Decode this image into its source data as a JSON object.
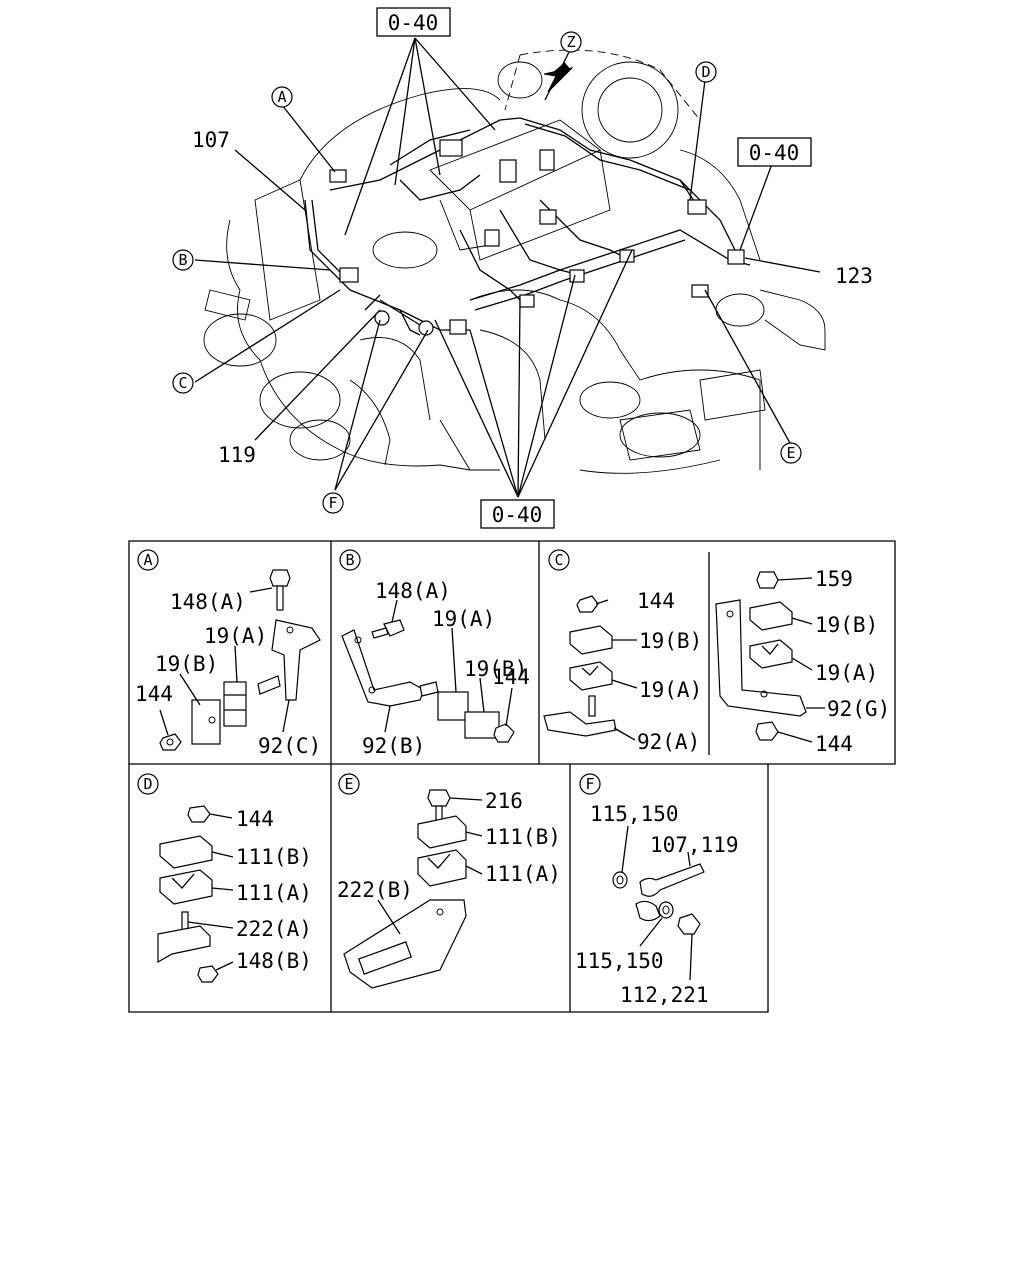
{
  "overview": {
    "ref_boxes": [
      "0-40",
      "0-40",
      "0-40"
    ],
    "view_marker": "Z",
    "detail_markers": [
      "A",
      "B",
      "C",
      "D",
      "E",
      "F"
    ],
    "part_numbers": {
      "p107": "107",
      "p119": "119",
      "p123": "123"
    }
  },
  "details": {
    "A": {
      "marker": "A",
      "labels": [
        "148(A)",
        "19(A)",
        "19(B)",
        "144",
        "92(C)"
      ]
    },
    "B": {
      "marker": "B",
      "labels": [
        "148(A)",
        "19(A)",
        "19(B)",
        "144",
        "92(B)"
      ]
    },
    "C": {
      "marker": "C",
      "labels": [
        "144",
        "19(B)",
        "19(A)",
        "92(A)",
        "159",
        "19(B)",
        "19(A)",
        "92(G)",
        "144"
      ]
    },
    "D": {
      "marker": "D",
      "labels": [
        "144",
        "111(B)",
        "111(A)",
        "222(A)",
        "148(B)"
      ]
    },
    "E": {
      "marker": "E",
      "labels": [
        "216",
        "111(B)",
        "111(A)",
        "222(B)"
      ]
    },
    "F": {
      "marker": "F",
      "labels": [
        "115,150",
        "107,119",
        "115,150",
        "112,221"
      ]
    }
  }
}
